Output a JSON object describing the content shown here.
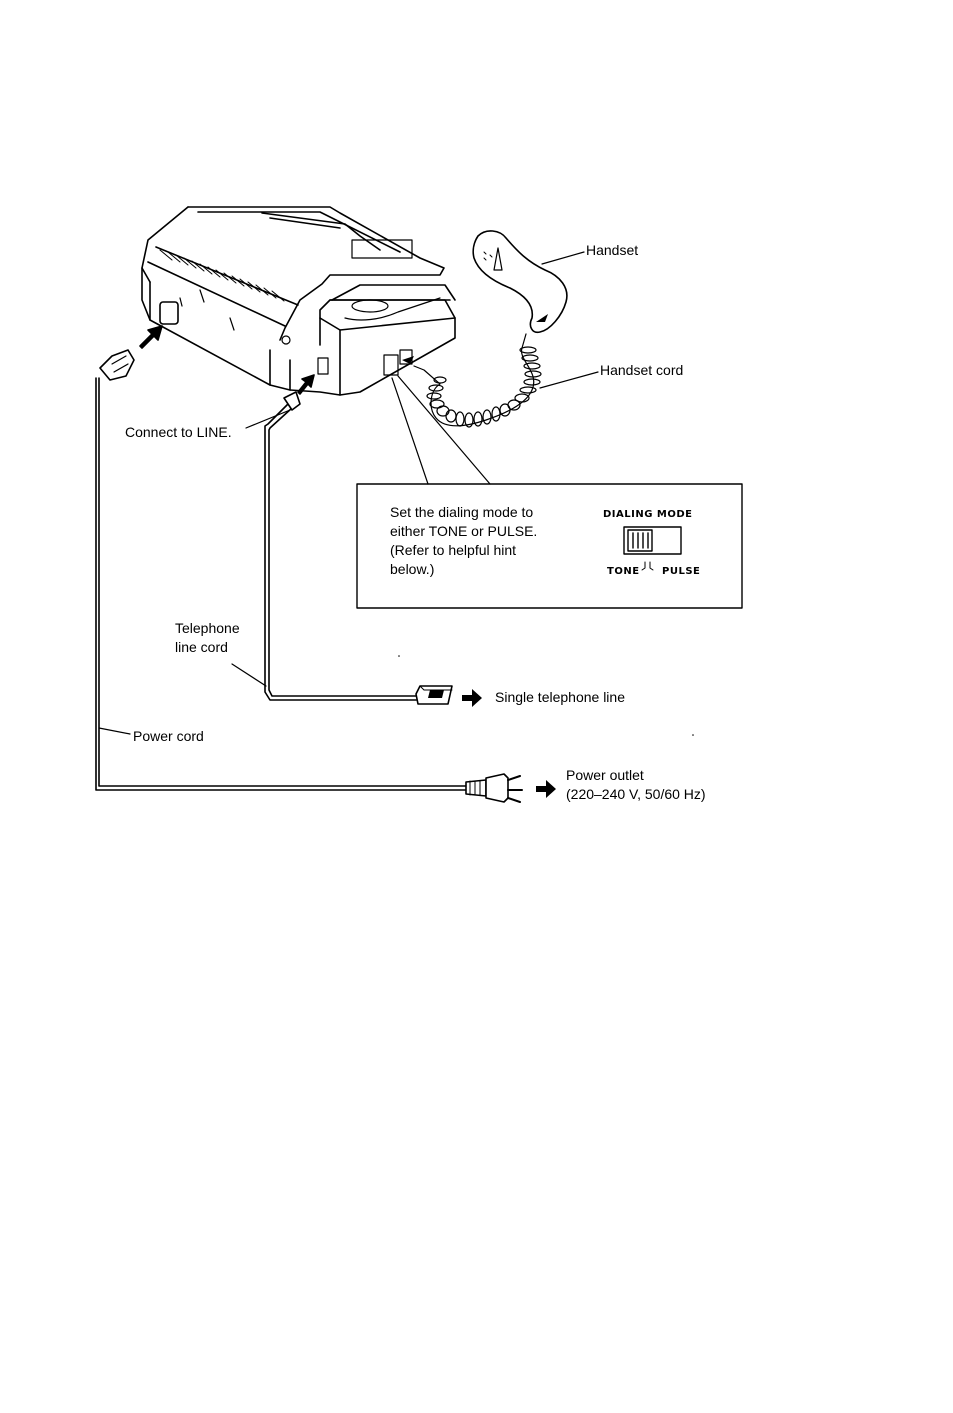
{
  "labels": {
    "handset": "Handset",
    "handset_cord": "Handset cord",
    "connect_to_line": "Connect to LINE.",
    "telephone_line_cord_1": "Telephone",
    "telephone_line_cord_2": "line cord",
    "single_telephone_line": "Single telephone line",
    "power_cord": "Power cord",
    "power_outlet_1": "Power outlet",
    "power_outlet_2": "(220–240 V, 50/60 Hz)"
  },
  "callout": {
    "lines": [
      "Set the dialing mode to",
      "either TONE or PULSE.",
      "(Refer to helpful hint",
      "below.)"
    ],
    "switch_title": "DIALING MODE",
    "switch_left": "TONE",
    "switch_right": "PULSE"
  },
  "icons": [
    "fax-machine",
    "handset",
    "coiled-cord",
    "power-plug",
    "phone-plug",
    "arrow-right"
  ]
}
